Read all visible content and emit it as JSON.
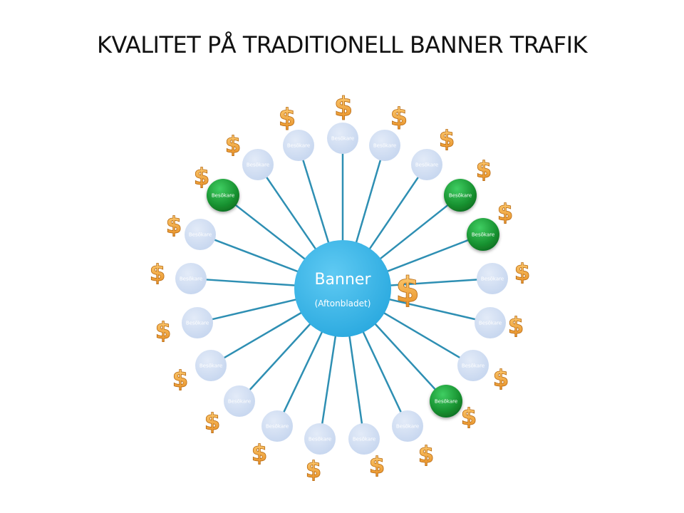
{
  "title": "KVALITET PÅ TRADITIONELL BANNER TRAFIK",
  "center": {
    "title": "Banner",
    "subtitle": "(Aftonbladet)"
  },
  "nodes": [
    {
      "label": "Besökare",
      "highlighted": false
    },
    {
      "label": "Besökare",
      "highlighted": false
    },
    {
      "label": "Besökare",
      "highlighted": false
    },
    {
      "label": "Besökare",
      "highlighted": true
    },
    {
      "label": "Besökare",
      "highlighted": false
    },
    {
      "label": "Besökare",
      "highlighted": false
    },
    {
      "label": "Besökare",
      "highlighted": false
    },
    {
      "label": "Besökare",
      "highlighted": false
    },
    {
      "label": "Besökare",
      "highlighted": false
    },
    {
      "label": "Besökare",
      "highlighted": false
    },
    {
      "label": "Besökare",
      "highlighted": false
    },
    {
      "label": "Besökare",
      "highlighted": false
    },
    {
      "label": "Besökare",
      "highlighted": false
    },
    {
      "label": "Besökare",
      "highlighted": true
    },
    {
      "label": "Besökare",
      "highlighted": false
    },
    {
      "label": "Besökare",
      "highlighted": false
    },
    {
      "label": "Besökare",
      "highlighted": false
    },
    {
      "label": "Besökare",
      "highlighted": true
    },
    {
      "label": "Besökare",
      "highlighted": true
    },
    {
      "label": "Besökare",
      "highlighted": false
    },
    {
      "label": "Besökare",
      "highlighted": false
    }
  ],
  "dollar_symbol": "$",
  "colors": {
    "center": "#3fb7ea",
    "node": "#cfdcf2",
    "node_highlight": "#1f9a3c",
    "connector": "#2e8fb3",
    "dollar": "#f2a93b"
  }
}
